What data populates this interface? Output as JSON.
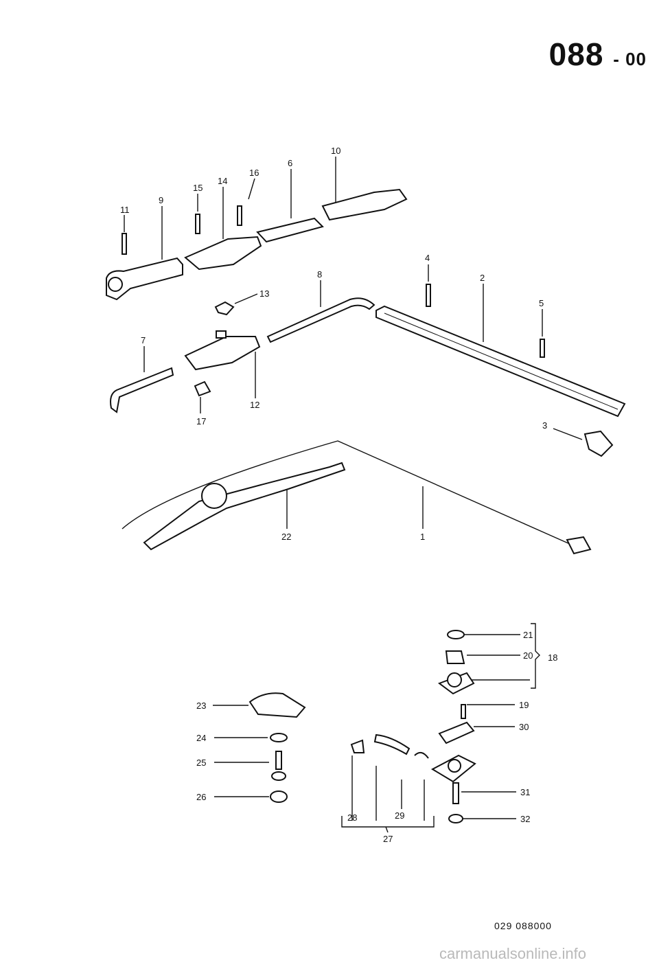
{
  "header": {
    "page_code": "088",
    "page_suffix": "- 00"
  },
  "callouts": {
    "c1": "1",
    "c2": "2",
    "c3": "3",
    "c4": "4",
    "c5": "5",
    "c6": "6",
    "c7": "7",
    "c8": "8",
    "c9": "9",
    "c10": "10",
    "c11": "11",
    "c12": "12",
    "c13": "13",
    "c14": "14",
    "c15": "15",
    "c16": "16",
    "c17": "17",
    "c18": "18",
    "c19": "19",
    "c20": "20",
    "c21": "21",
    "c22": "22",
    "c23": "23",
    "c24": "24",
    "c25": "25",
    "c26": "26",
    "c27": "27",
    "c28": "28",
    "c29": "29",
    "c30": "30",
    "c31": "31",
    "c32": "32"
  },
  "footer": {
    "reference": "029  088000",
    "watermark": "carmanualsonline.info"
  }
}
